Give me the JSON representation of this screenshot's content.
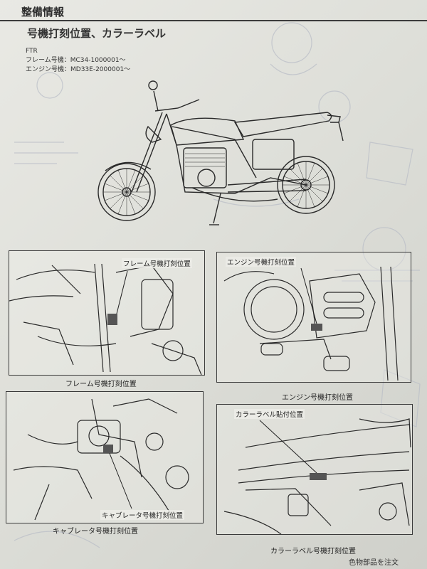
{
  "header": {
    "section": "整備情報"
  },
  "title": "号機打刻位置、カラーラベル",
  "model": {
    "name": "FTR",
    "frame": "フレーム号機：MC34-1000001～",
    "engine": "エンジン号機：MD33E-2000001～"
  },
  "panels": {
    "frame": {
      "callout": "フレーム号機打刻位置",
      "caption": "フレーム号機打刻位置"
    },
    "engine": {
      "callout": "エンジン号機打刻位置",
      "caption": "エンジン号機打刻位置"
    },
    "carb": {
      "callout": "キャブレータ号機打刻位置",
      "caption": "キャブレータ号機打刻位置"
    },
    "label": {
      "callout": "カラーラベル貼付位置",
      "caption": "カラーラベル号機打刻位置"
    }
  },
  "footer": {
    "text": "色物部品を注文"
  }
}
